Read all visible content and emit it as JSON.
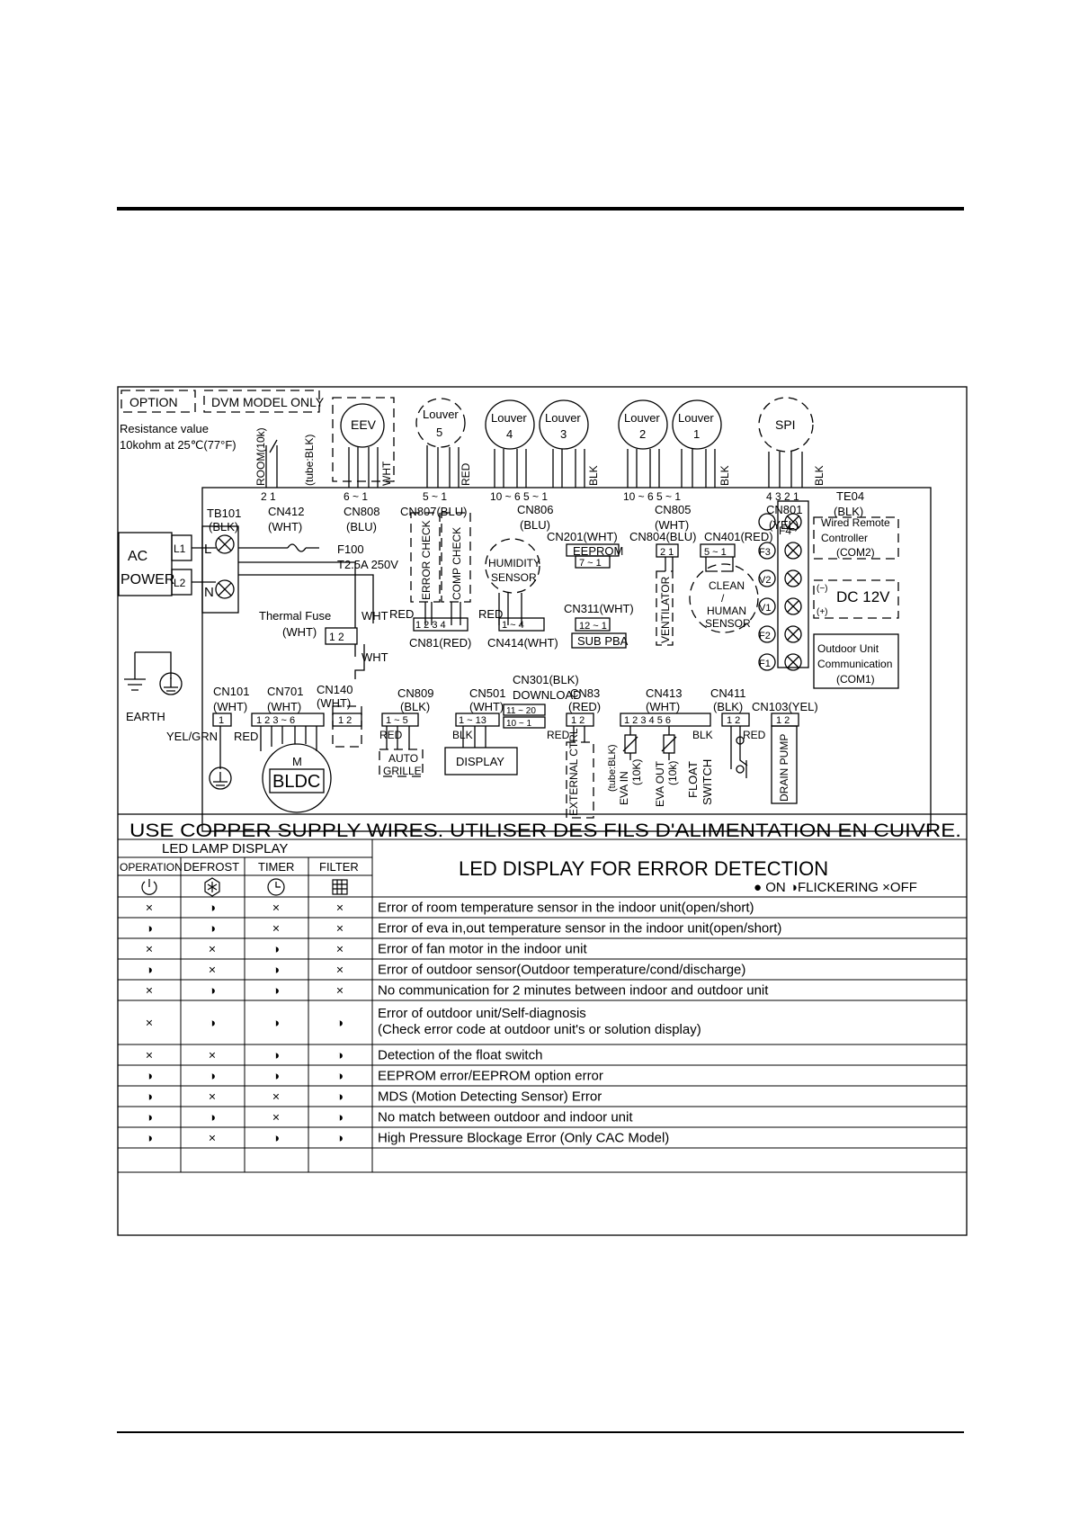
{
  "diagram": {
    "legend": {
      "option": "OPTION",
      "dvm_only": "DVM MODEL ONLY",
      "resistance_line1": "Resistance value",
      "resistance_line2": "10kohm at 25℃(77°F)"
    },
    "top_components": {
      "room_sensor": "ROOM(10k)",
      "tube_blk": "(tube:BLK)",
      "eev": "EEV",
      "louver5": [
        "Louver",
        "5"
      ],
      "louver4": [
        "Louver",
        "4"
      ],
      "louver3": [
        "Louver",
        "3"
      ],
      "louver2": [
        "Louver",
        "2"
      ],
      "louver1": [
        "Louver",
        "1"
      ],
      "spi": "SPI",
      "wht": "WHT",
      "red": "RED",
      "blk": "BLK"
    },
    "connectors": {
      "cn412": [
        "CN412",
        "(WHT)"
      ],
      "cn808": [
        "CN808",
        "(BLU)"
      ],
      "cn807": "CN807(BLU)",
      "cn806": [
        "CN806",
        "(BLU)"
      ],
      "cn805": [
        "CN805",
        "(WHT)"
      ],
      "cn801": [
        "CN801",
        "(YEL)"
      ],
      "te04": [
        "TE04",
        "(BLK)"
      ],
      "tb101": [
        "TB101",
        "(BLK)"
      ],
      "cn201": "CN201(WHT)",
      "cn804": "CN804(BLU)",
      "cn401": "CN401(RED)",
      "cn311": "CN311(WHT)",
      "cn81": "CN81(RED)",
      "cn414": "CN414(WHT)",
      "cn301": [
        "CN301(BLK)",
        "DOWNLOAD"
      ],
      "cn101": [
        "CN101",
        "(WHT)"
      ],
      "cn701": [
        "CN701",
        "(WHT)"
      ],
      "cn140": [
        "CN140",
        "(WHT)"
      ],
      "cn809": [
        "CN809",
        "(BLK)"
      ],
      "cn501": [
        "CN501",
        "(WHT)"
      ],
      "cn83": [
        "CN83",
        "(RED)"
      ],
      "cn413": [
        "CN413",
        "(WHT)"
      ],
      "cn411": [
        "CN411",
        "(BLK)"
      ],
      "cn103": "CN103(YEL)"
    },
    "pins": {
      "p21": "2 1",
      "p6to1": "6 ~ 1",
      "p5to1": "5 ~ 1",
      "p10to1": "10 ~ 6  5 ~ 1",
      "p4321": "4 3 2 1",
      "p7to1": "7 ~ 1",
      "p12to1": "12 ~ 1",
      "p1234": "1 2 3 4",
      "p1to4": "1 ~ 4",
      "p1": "1",
      "p1236": "1 2 3 ~ 6",
      "p12": "1 2",
      "p1to5": "1 ~ 5",
      "p1to13": "1 ~ 13",
      "p11to20": "11 ~ 20",
      "p10to1b": "10 ~ 1",
      "p123456": "1 2 3 4 5 6"
    },
    "labels": {
      "ac_power": [
        "AC",
        "POWER"
      ],
      "l1": "L1",
      "l2": "L2",
      "L": "L",
      "N": "N",
      "f100": "F100",
      "fuse_rating": "T2.5A 250V",
      "error_check": "ERROR CHECK",
      "comp_check": "COMP CHECK",
      "humidity_sensor": [
        "HUMIDITY",
        "SENSOR"
      ],
      "eeprom": "EEPROM",
      "ventilator": "VENTILATOR",
      "clean_human_sensor": [
        "CLEAN",
        "/",
        "HUMAN",
        "SENSOR"
      ],
      "sub_pba": "SUB PBA",
      "thermal_fuse": [
        "Thermal Fuse",
        "(WHT)"
      ],
      "earth": "EARTH",
      "yel_grn": "YEL/GRN",
      "motor_m": "M",
      "bldc": "BLDC",
      "auto_grille": [
        "AUTO",
        "GRILLE"
      ],
      "display": "DISPLAY",
      "external_ctrl": "EXTERNAL CTRL",
      "eva_in": [
        "(tube:BLK)",
        "EVA IN",
        "(10K)"
      ],
      "eva_out": [
        "EVA OUT",
        "(10k)"
      ],
      "float_switch": [
        "FLOAT",
        "SWITCH"
      ],
      "drain_pump": "DRAIN PUMP",
      "wired_remote": [
        "Wired Remote",
        "Controller",
        "(COM2)"
      ],
      "dc12v": "DC 12V",
      "minus": "(−)",
      "plus": "(+)",
      "outdoor_comm": [
        "Outdoor Unit",
        "Communication",
        "(COM1)"
      ],
      "terminals": [
        "F4",
        "F3",
        "V2",
        "V1",
        "F2",
        "F1"
      ]
    },
    "copper_notice": "USE COPPER SUPPLY WIRES. UTILISER DES FILS D'ALIMENTATION EN CUIVRE."
  },
  "led_table": {
    "lamp_header": "LED LAMP DISPLAY",
    "title": "LED DISPLAY FOR ERROR DETECTION",
    "columns": [
      "OPERATION",
      "DEFROST",
      "TIMER",
      "FILTER"
    ],
    "legend": "● ON  ◑FLICKERING  ×OFF",
    "rows": [
      {
        "lamps": [
          "×",
          "◑",
          "×",
          "×"
        ],
        "text": "Error of room temperature sensor in the indoor unit(open/short)"
      },
      {
        "lamps": [
          "◑",
          "◑",
          "×",
          "×"
        ],
        "text": "Error of eva in,out temperature sensor in the indoor unit(open/short)"
      },
      {
        "lamps": [
          "×",
          "×",
          "◑",
          "×"
        ],
        "text": "Error of fan motor in the indoor unit"
      },
      {
        "lamps": [
          "◑",
          "×",
          "◑",
          "×"
        ],
        "text": "Error of outdoor sensor(Outdoor temperature/cond/discharge)"
      },
      {
        "lamps": [
          "×",
          "◑",
          "◑",
          "×"
        ],
        "text": "No communication for 2 minutes between indoor and outdoor unit"
      },
      {
        "lamps": [
          "×",
          "◑",
          "◑",
          "◑"
        ],
        "text": "Error of outdoor unit/Self-diagnosis",
        "text2": "(Check error code at outdoor unit's or solution display)"
      },
      {
        "lamps": [
          "×",
          "×",
          "◑",
          "◑"
        ],
        "text": "Detection of the float switch"
      },
      {
        "lamps": [
          "◑",
          "◑",
          "◑",
          "◑"
        ],
        "text": "EEPROM error/EEPROM option error"
      },
      {
        "lamps": [
          "◑",
          "×",
          "×",
          "◑"
        ],
        "text": "MDS (Motion Detecting Sensor) Error"
      },
      {
        "lamps": [
          "◑",
          "◑",
          "×",
          "◑"
        ],
        "text": "No match between outdoor and indoor unit"
      },
      {
        "lamps": [
          "◑",
          "×",
          "◑",
          "◑"
        ],
        "text": "High Pressure Blockage Error (Only CAC Model)"
      }
    ]
  }
}
